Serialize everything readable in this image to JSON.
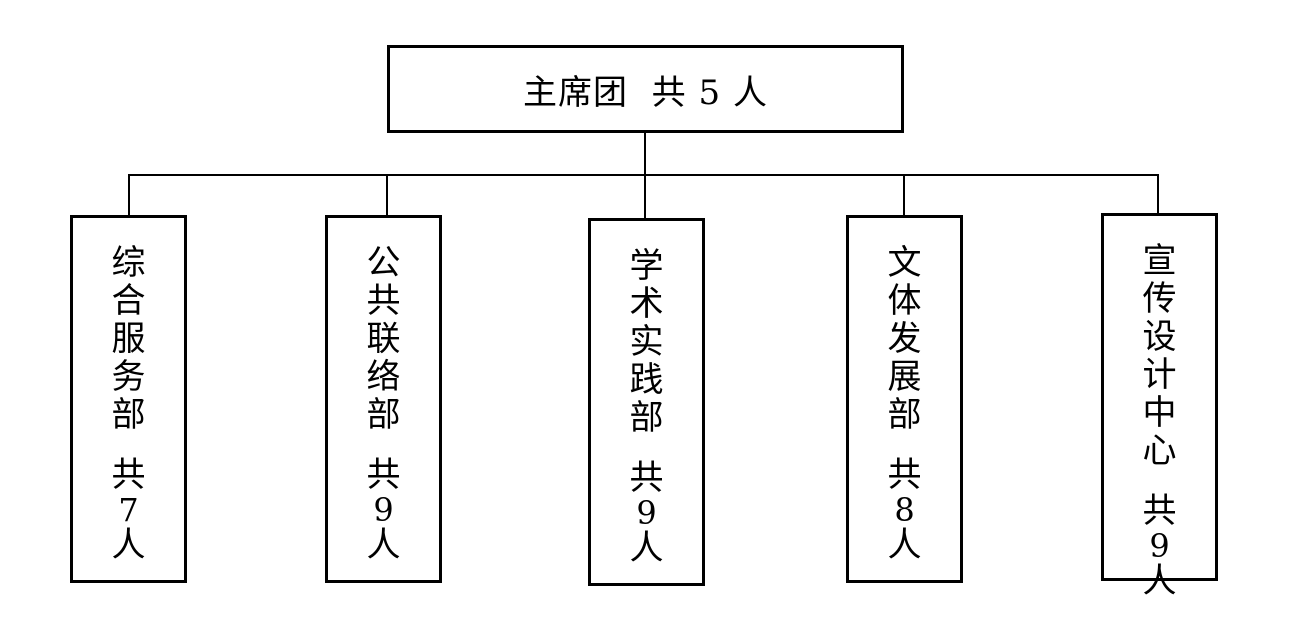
{
  "top": {
    "name": "主席团",
    "count_prefix": "共",
    "count": "5",
    "count_suffix": "人"
  },
  "departments": [
    {
      "name_chars": [
        "综",
        "合",
        "服",
        "务",
        "部"
      ],
      "count_prefix": "共",
      "count": "7",
      "count_suffix": "人"
    },
    {
      "name_chars": [
        "公",
        "共",
        "联",
        "络",
        "部"
      ],
      "count_prefix": "共",
      "count": "9",
      "count_suffix": "人"
    },
    {
      "name_chars": [
        "学",
        "术",
        "实",
        "践",
        "部"
      ],
      "count_prefix": "共",
      "count": "9",
      "count_suffix": "人"
    },
    {
      "name_chars": [
        "文",
        "体",
        "发",
        "展",
        "部"
      ],
      "count_prefix": "共",
      "count": "8",
      "count_suffix": "人"
    },
    {
      "name_chars": [
        "宣",
        "传",
        "设",
        "计",
        "中",
        "心"
      ],
      "count_prefix": "共",
      "count": "9",
      "count_suffix": "人"
    }
  ]
}
